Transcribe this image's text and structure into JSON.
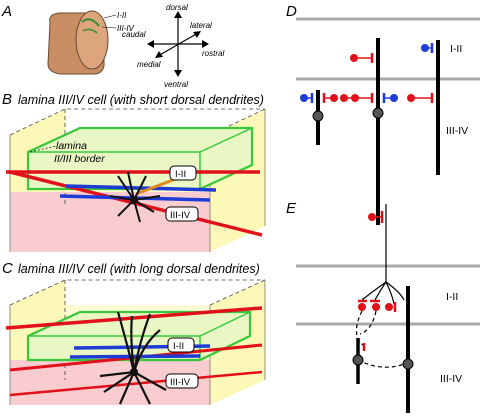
{
  "panels": {
    "a": {
      "letter": "A",
      "cord_labels": [
        "I-II",
        "III-IV"
      ],
      "compass": {
        "up": "dorsal",
        "down": "ventral",
        "left": "caudal",
        "right": "rostral",
        "diag_ur": "lateral",
        "diag_ll": "medial"
      }
    },
    "b": {
      "letter": "B",
      "caption": "lamina III/IV cell (with short dorsal dendrites)",
      "border_label_1": "lamina",
      "border_label_2": "II/III border",
      "box_top": "I-II",
      "box_bottom": "III-IV"
    },
    "c": {
      "letter": "C",
      "caption": "lamina III/IV cell (with long dorsal dendrites)",
      "box_top": "I-II",
      "box_bottom": "III-IV"
    },
    "d": {
      "letter": "D",
      "top_label": "I-II",
      "bottom_label": "III-IV"
    },
    "e": {
      "letter": "E",
      "top_label": "I-II",
      "bottom_label": "III-IV"
    }
  },
  "colors": {
    "red": "#e2101a",
    "blue": "#1f3bd6",
    "green": "#38c83a",
    "yellow_fill": "#fcf8b8",
    "pink_fill": "#f9cdd0",
    "grey_line": "#a8a8a8",
    "cord": "#c98d63",
    "neuron": "#111111",
    "soma": "#555555"
  }
}
